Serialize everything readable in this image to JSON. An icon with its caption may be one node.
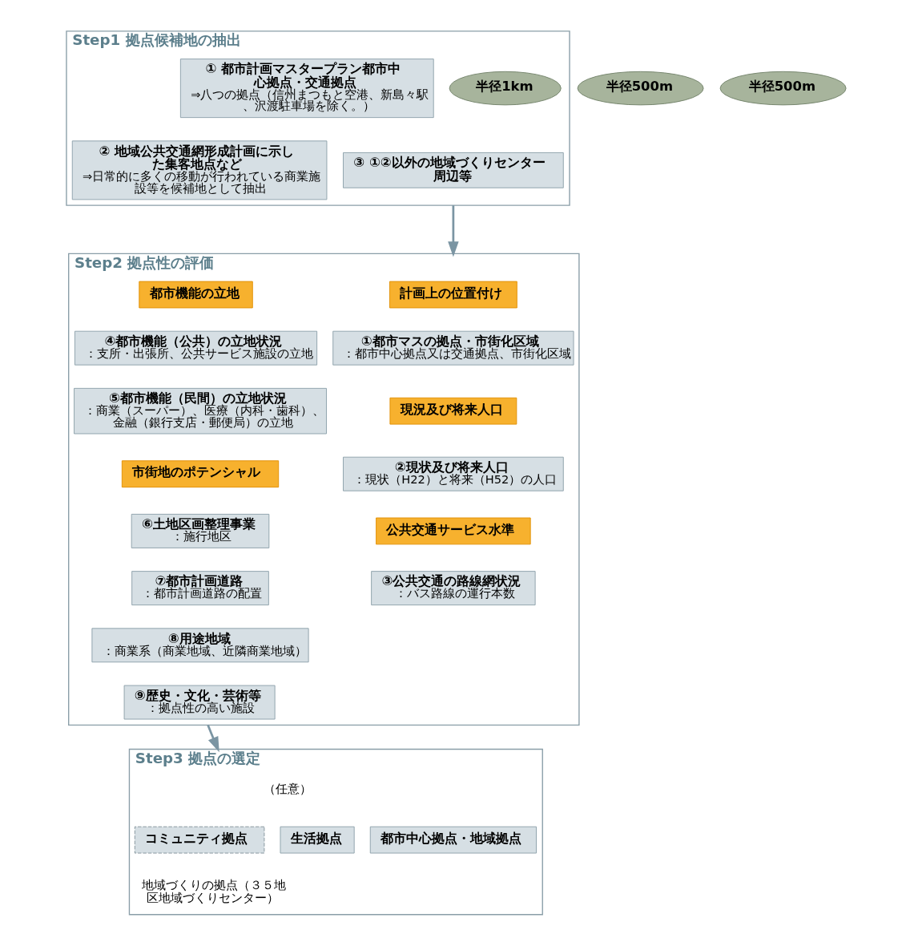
{
  "diagram": {
    "nodes": [
      {
        "text": [
          "Step1 拠点候補地の抽出"
        ]
      },
      {
        "text": [
          "① 都市計画マスタープラン都市中心拠点・交通拠点",
          "⇒八つの拠点（信州まつもと空港、新島々駅、沢渡駐車場を除く。）"
        ],
        "in": 0
      },
      {
        "text": [
          "半径1km"
        ],
        "in": 0
      },
      {
        "text": [
          "② 地域公共交通網形成計画に示した集客地点など",
          "⇒日常的に多くの移動が行われている商業施設等を候補地として抽出"
        ],
        "in": 0
      },
      {
        "text": [
          "半径500m"
        ]
      },
      {
        "text": [
          "③ ①②以外の地域づくりセンター周辺等"
        ],
        "in": 0
      },
      {
        "text": [
          "半径500m"
        ]
      },
      {
        "text": [
          "Step2 拠点性の評価"
        ]
      },
      {
        "text": [
          "計画上の位置付け"
        ],
        "in": 7
      },
      {
        "text": [
          "①都市マスの拠点・市街化区域",
          "：都市中心拠点又は交通拠点、市街化区域"
        ],
        "in": 7
      },
      {
        "text": [
          "現況及び将来人口"
        ],
        "in": 7
      },
      {
        "text": [
          "②現状及び将来人口",
          "：現状（H22）と将来（H52）の人口"
        ],
        "in": 7
      },
      {
        "text": [
          "公共交通サービス水準"
        ],
        "in": 7
      },
      {
        "text": [
          "③公共交通の路線網状況",
          "：バス路線の運行本数"
        ],
        "in": 7
      },
      {
        "text": [
          "都市機能の立地"
        ],
        "in": 7
      },
      {
        "text": [
          "④都市機能（公共）の立地状況",
          "：支所・出張所、公共サービス施設の立地"
        ],
        "in": 7
      },
      {
        "text": [
          "⑤都市機能（民間）の立地状況",
          "：商業（スーパー）、医療（内科・歯科）、金融（銀行支店・郵便局）の立地"
        ],
        "in": 7
      },
      {
        "text": [
          "市街地のポテンシャル"
        ],
        "in": 7
      },
      {
        "text": [
          "⑥土地区画整理事業",
          "：施行地区"
        ],
        "in": 7
      },
      {
        "text": [
          "⑦都市計画道路",
          "：都市計画道路の配置"
        ],
        "in": 7
      },
      {
        "text": [
          "⑧用途地域",
          "：商業系（商業地域、近隣商業地域）"
        ],
        "in": 7
      },
      {
        "text": [
          "⑨歴史・文化・芸術等",
          "：拠点性の高い施設"
        ],
        "in": 7
      },
      {
        "text": [
          "Step3 拠点の選定"
        ]
      },
      {
        "text": [
          "都市中心拠点・地域拠点"
        ],
        "in": 22
      },
      {
        "text": [
          "生活拠点"
        ],
        "in": 22
      },
      {
        "text": [
          "コミュニティ拠点"
        ],
        "in": 22,
        "beside": [
          "（任意）",
          "地域づくりの拠点（３５地区地域づくりセンター）"
        ]
      }
    ],
    "edges": [
      {
        "from": 0,
        "to": 7,
        "arrow": "to"
      },
      {
        "from": 7,
        "to": 22,
        "arrow": "to"
      }
    ]
  }
}
